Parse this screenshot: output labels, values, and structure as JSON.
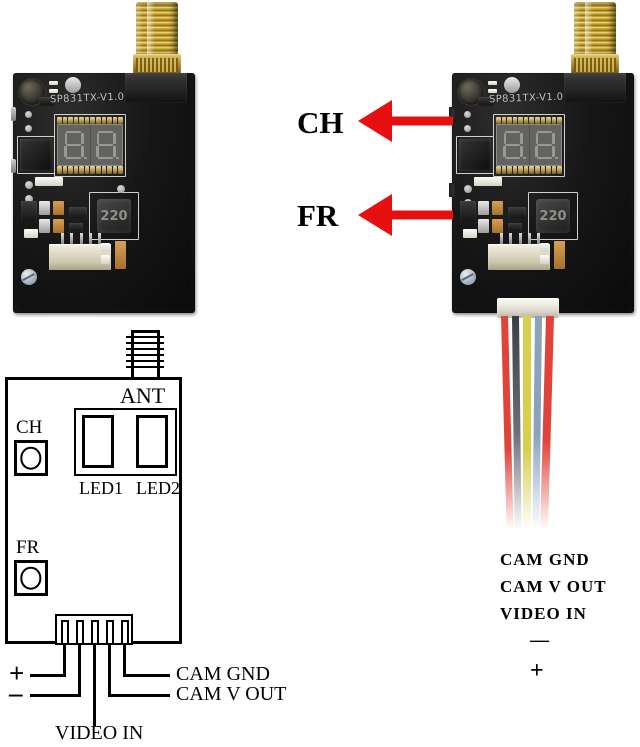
{
  "figure": {
    "title": "FPV video transmitter board photos and pinout diagram",
    "colors": {
      "arrow_red": "#e61010",
      "pcb_black": "#111111",
      "connector_gold": "#c49f25",
      "display_gray": "#63635f",
      "line_black": "#000000",
      "background": "#ffffff"
    }
  },
  "boards": {
    "left": {
      "silkscreen": "SP831TX-V1.0",
      "inductor_label": "220",
      "display": {
        "digits": [
          "8",
          "8"
        ],
        "decimal_points": 2
      }
    },
    "right": {
      "silkscreen": "SP831TX-V1.0",
      "inductor_label": "220",
      "display": {
        "digits": [
          "8",
          "8"
        ],
        "decimal_points": 2
      }
    }
  },
  "callouts": [
    {
      "label": "CH",
      "direction": "left",
      "target": "channel-button"
    },
    {
      "label": "FR",
      "direction": "left",
      "target": "frequency-button"
    }
  ],
  "harness": {
    "wire_count": 5,
    "wire_colors": [
      "#e0433a",
      "#3b3f45",
      "#d8cf4a",
      "#8aa2bb",
      "#e0433a"
    ],
    "labels": [
      "CAM GND",
      "CAM V OUT",
      "VIDEO IN",
      "—",
      "+"
    ]
  },
  "diagram": {
    "antenna_label": "ANT",
    "button_ch": "CH",
    "button_fr": "FR",
    "led1": "LED1",
    "led2": "LED2",
    "pin_count": 5,
    "pin_labels": {
      "plus": "+",
      "minus": "–",
      "video_in": "VIDEO IN",
      "cam_v_out": "CAM V OUT",
      "cam_gnd": "CAM GND"
    }
  }
}
